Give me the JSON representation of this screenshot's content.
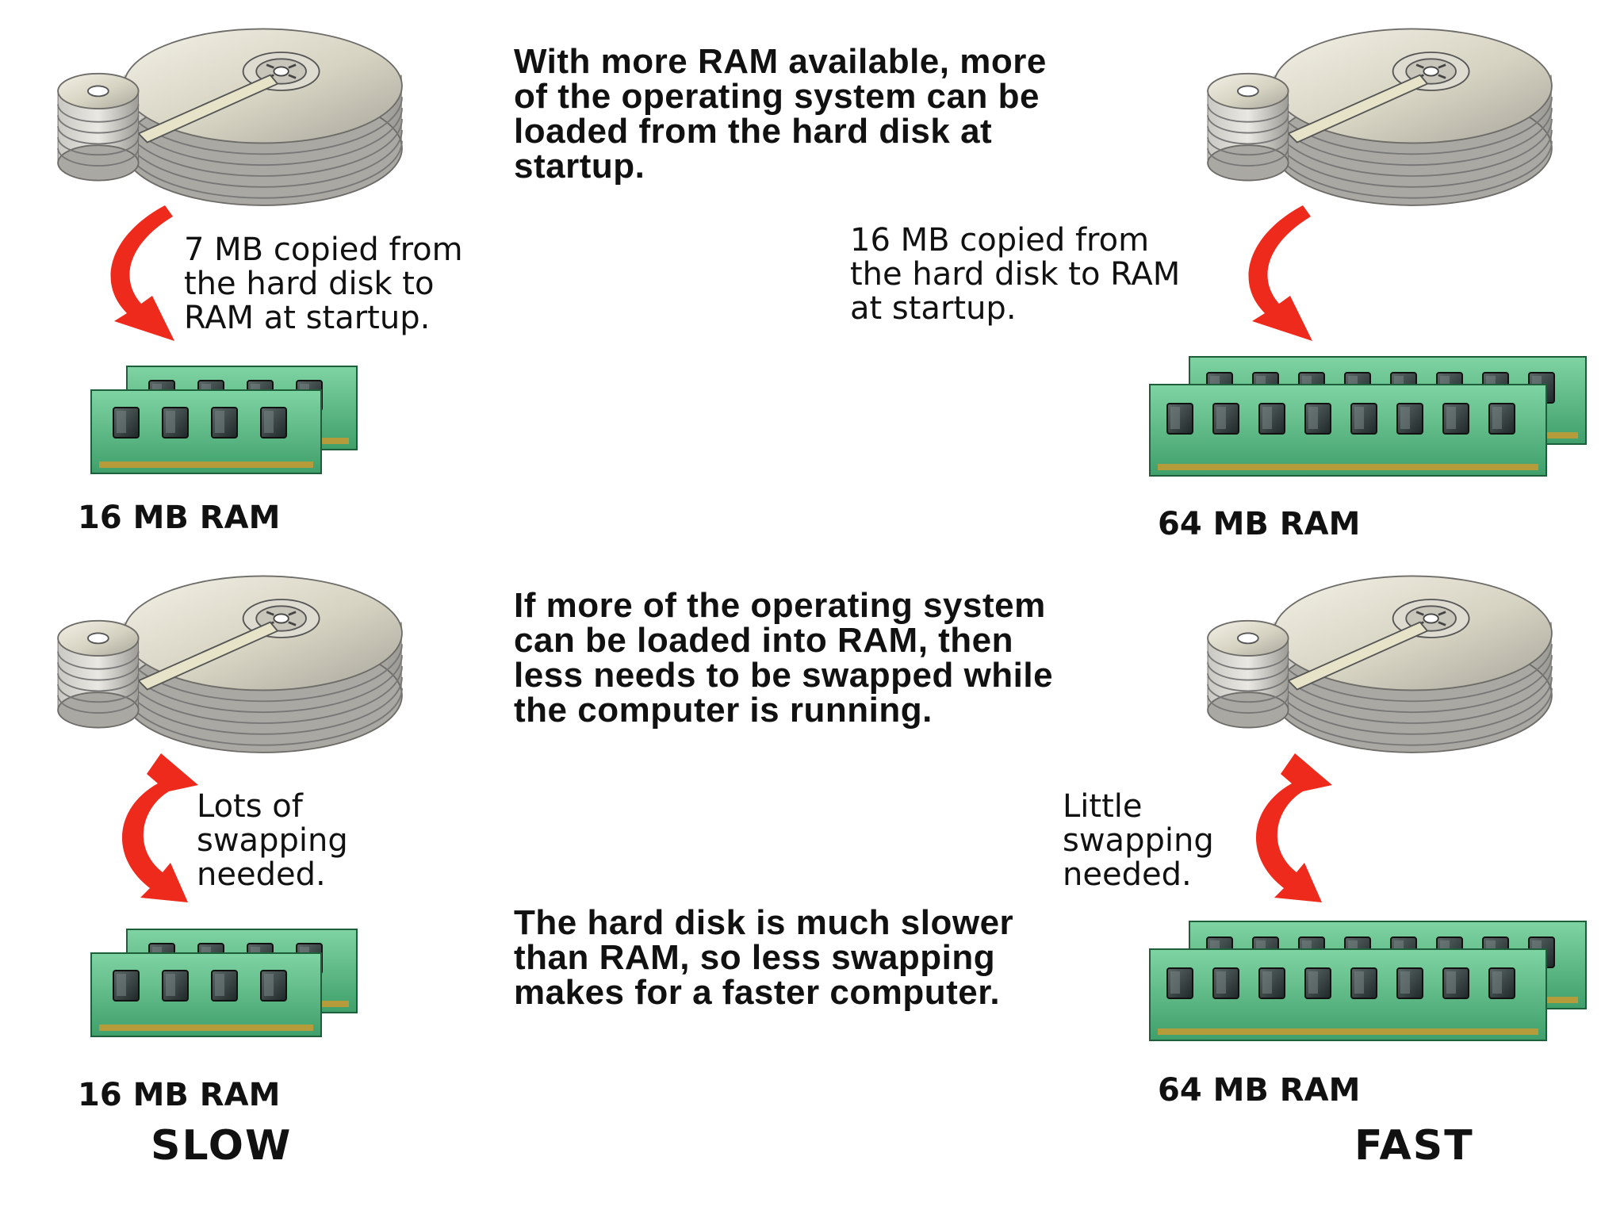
{
  "top_center_text": "With more RAM available,\nmore of the operating\nsystem can be loaded from\nthe hard disk at startup.",
  "middle_center_text": "If more of the operating\nsystem can be loaded into\nRAM, then less needs to be\nswapped while the computer\nis running.",
  "bottom_center_text": "The hard disk is much slower\nthan RAM, so less swapping\nmakes for a faster computer.",
  "slow_startup_note": "7 MB copied from\nthe hard disk to\nRAM at startup.",
  "fast_startup_note": "16 MB copied from\nthe hard disk to RAM\nat startup.",
  "slow_swap_note": "Lots of\nswapping\nneeded.",
  "fast_swap_note": "Little\nswapping\nneeded.",
  "slow_ram_label_top": "16 MB RAM",
  "fast_ram_label_top": "64 MB RAM",
  "slow_ram_label_bottom": "16 MB RAM",
  "fast_ram_label_bottom": "64 MB RAM",
  "slow_label": "SLOW",
  "fast_label": "FAST",
  "colors": {
    "arrow": "#ee2a1c",
    "ram_board": "#5fbf8a",
    "ram_chip": "#2f3a3a",
    "disk_platter": "#d9d6c8",
    "disk_edge": "#b8b7b0"
  }
}
